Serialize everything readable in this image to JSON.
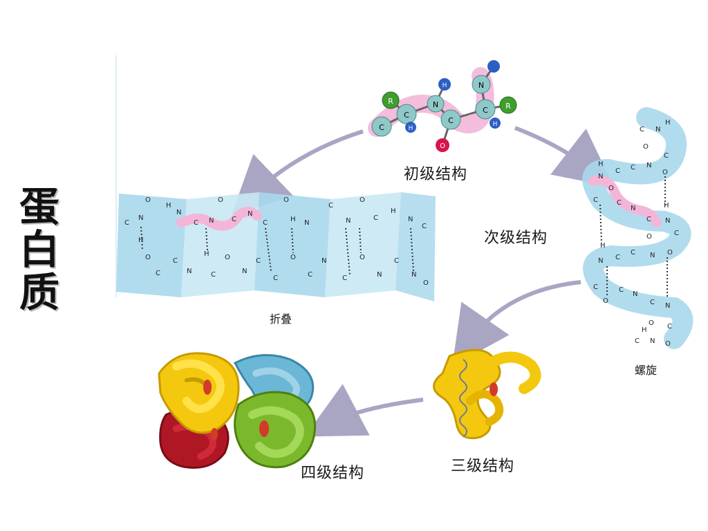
{
  "title_chars": [
    "蛋",
    "白",
    "质"
  ],
  "labels": {
    "primary": "初级结构",
    "secondary": "次级结构",
    "sheet": "折叠",
    "helix": "螺旋",
    "tertiary": "三级结构",
    "quaternary": "四级结构"
  },
  "atoms": {
    "r": "R",
    "c": "C",
    "n": "N",
    "h": "H",
    "o": "O"
  },
  "colors": {
    "sheet_blue": "#a9d8ec",
    "highlight_pink": "#f3b6d8",
    "arrow": "#a9a6c4",
    "yellow": "#f3c80e",
    "blue": "#6ab7d6",
    "red": "#b01725",
    "green": "#7cb82c",
    "atom_teal": "#8fc8c8",
    "atom_blue": "#2c5fc4",
    "atom_green": "#3f9e2e",
    "atom_red": "#d8154b"
  }
}
